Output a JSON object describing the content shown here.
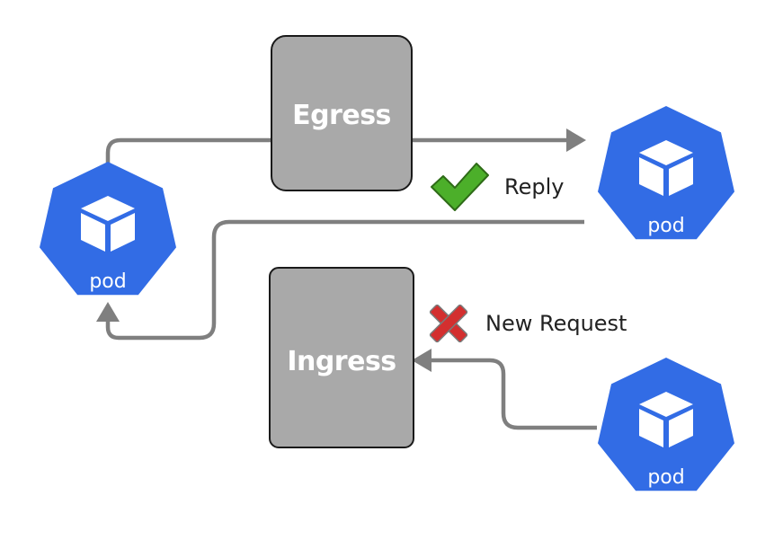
{
  "boxes": {
    "egress_label": "Egress",
    "ingress_label": "Ingress"
  },
  "pods": {
    "left_label": "pod",
    "top_right_label": "pod",
    "bottom_right_label": "pod"
  },
  "annotations": {
    "reply_label": "Reply",
    "new_request_label": "New Request"
  },
  "icons": {
    "allowed": "check-mark-icon",
    "blocked": "x-mark-icon",
    "pod": "cube-icon"
  },
  "colors": {
    "pod_fill": "#326ce5",
    "box_fill": "#a9a9a9",
    "connector": "#7f7f7f",
    "check": "#4caf2a",
    "cross": "#d32f2f"
  }
}
